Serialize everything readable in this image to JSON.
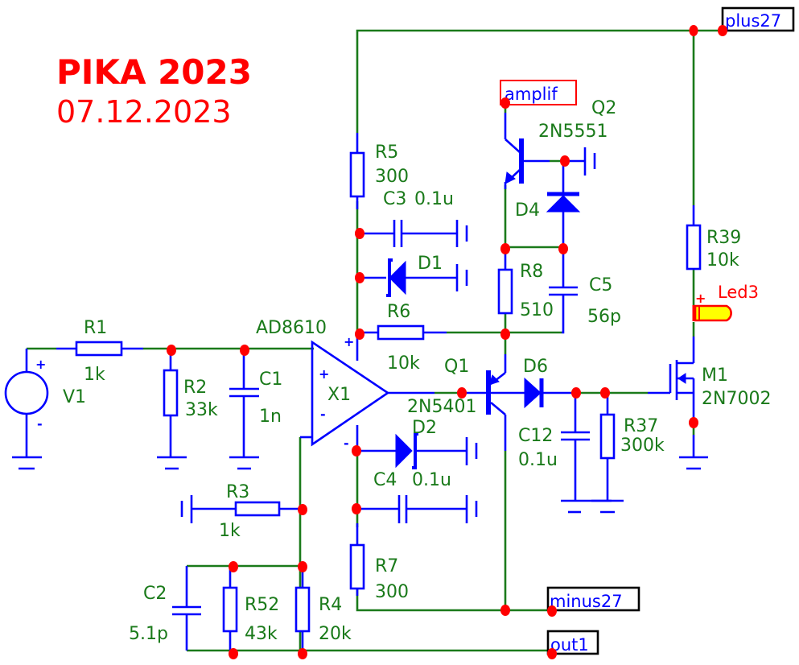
{
  "title": {
    "line1": "PIKA 2023",
    "line2": "07.12.2023"
  },
  "colors": {
    "wire": "#1a7a1a",
    "symbol": "#0000ff",
    "junction": "#ff0000",
    "title": "#ff0000",
    "led_fill": "#ffff00"
  },
  "ports": {
    "plus27": "plus27",
    "amplif": "amplif",
    "minus27": "minus27",
    "out1": "out1"
  },
  "components": {
    "V1": {
      "ref": "V1",
      "plus": "+",
      "minus": "-"
    },
    "R1": {
      "ref": "R1",
      "value": "1k"
    },
    "R2": {
      "ref": "R2",
      "value": "33k"
    },
    "C1": {
      "ref": "C1",
      "value": "1n"
    },
    "X1": {
      "ref": "X1",
      "model": "AD8610",
      "in_plus": "+",
      "in_minus": "-",
      "supply_plus": "+",
      "supply_minus": "-"
    },
    "R3": {
      "ref": "R3",
      "value": "1k"
    },
    "C2": {
      "ref": "C2",
      "value": "5.1p"
    },
    "R52": {
      "ref": "R52",
      "value": "43k"
    },
    "R4": {
      "ref": "R4",
      "value": "20k"
    },
    "R5": {
      "ref": "R5",
      "value": "300"
    },
    "C3": {
      "ref": "C3",
      "value": "0.1u"
    },
    "D1": {
      "ref": "D1"
    },
    "R6": {
      "ref": "R6",
      "value": "10k"
    },
    "D2": {
      "ref": "D2"
    },
    "C4": {
      "ref": "C4",
      "value": "0.1u"
    },
    "R7": {
      "ref": "R7",
      "value": "300"
    },
    "Q2": {
      "ref": "Q2",
      "model": "2N5551"
    },
    "D4": {
      "ref": "D4"
    },
    "R8": {
      "ref": "R8",
      "value": "510"
    },
    "C5": {
      "ref": "C5",
      "value": "56p"
    },
    "Q1": {
      "ref": "Q1",
      "model": "2N5401"
    },
    "D6": {
      "ref": "D6"
    },
    "C12": {
      "ref": "C12",
      "value": "0.1u"
    },
    "R37": {
      "ref": "R37",
      "value": "300k"
    },
    "R39": {
      "ref": "R39",
      "value": "10k"
    },
    "Led3": {
      "ref": "Led3",
      "plus": "+"
    },
    "M1": {
      "ref": "M1",
      "model": "2N7002"
    }
  }
}
